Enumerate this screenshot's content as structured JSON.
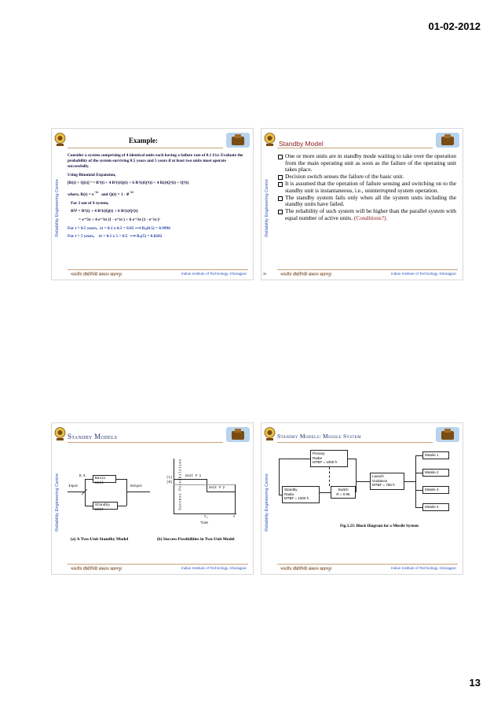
{
  "page": {
    "date": "01-02-2012",
    "page_number": "13"
  },
  "common": {
    "side_label": "Reliability Engineering Centre",
    "footer_hindi": "भारतीय प्रौद्योगिकी संस्थान खड़गपुर",
    "footer_english": "Indian Institute of Technology, Kharagpur"
  },
  "slide1": {
    "title": "Example:",
    "problem": "Consider a system comprising of 4 identical units each having a failure rate of 0.1 f/yr. Evaluate the probability of the system surviving 0.5 years and 5 years if at least two units must operate successfully.",
    "method": "Using Binomial Expansion,",
    "expansion": "[R(t) + Q(t)] ⁴ = R⁴(t) + 4 R³(t)Q(t) + 6 R²(t)Q²(t) + 4 R(t)Q³(t) + Q⁴(t)",
    "where": "where, R(t) = e",
    "where_exp": "−λt",
    "and_q": "and   Q(t) = 1 -",
    "q_exp": "e",
    "q_exp_sup": "−λt",
    "case": "For 2 out of 4 system,",
    "rs": "R⁽t⁾ = R⁴(t) + 4 R³(t)Q(t) + 6 R²(t)Q²(t)",
    "rs_expanded": "= e⁻⁴λt + 4 e⁻³λt (1 - e⁻λt ) + 6 e⁻²λt (1 - e⁻λt )²",
    "r1_label": "For t = 0.5 years,",
    "r1_calc": "λt = 0.1 x 0.5 = 0.05",
    "r1_result": "Rₛ(0.5) = 0.9996",
    "r2_label": "For t = 5 years,",
    "r2_calc": "λt = 0.1 x 5 = 0.5",
    "r2_result": "Rₛ(5) = 0.8282"
  },
  "slide2": {
    "title": "Standby Model",
    "slide_no": "30",
    "bullets": [
      "One or more units are in standby mode waiting to take over the operation from the main operating unit as soon as the failure of the operating unit takes place.",
      "Decision switch senses the failure of the basic unit.",
      "It is assumed that the operation of failure sensing and switching on to the standby unit is instantaneous, i.e., uninterrupted system operation.",
      "The standby system fails only when all the system units including the standby units have failed.",
      "The reliability of such system will be higher than the parallel system with equal number of active units."
    ],
    "conditions": "(Conditions?)."
  },
  "slide3": {
    "title": "Standby Models",
    "ds": "D.S.",
    "basic_unit": "Basic Unit",
    "standby_unit": "Standby Unit",
    "input": "Input",
    "output": "Output",
    "y_axis": "Success Possibilities",
    "unit1": "Unit # 1",
    "unit2": "Unit # 2",
    "y1": "(1)",
    "y0": "(0)",
    "t1": "t₁",
    "t": "t",
    "time": "Time",
    "caption_a": "(a) A Two-Unit Standby Model",
    "caption_b": "(b) Success Possibilities in Two-Unit Model"
  },
  "slide4": {
    "title": "Standby Models: Missile System",
    "primary": [
      "Primary",
      "Radar",
      "MTBF = 1000 h"
    ],
    "standby": [
      "Standby",
      "Radar",
      "MTBF = 1000 h"
    ],
    "switch": [
      "Switch",
      "R = 0.95"
    ],
    "launch": [
      "Launch",
      "Guidance",
      "MTBF = 750 h"
    ],
    "missiles": [
      "Missile 1",
      "Missile 2",
      "Missile 3",
      "Missile 4"
    ],
    "caption": "Fig.3.23: Block Diagram for a Missile System"
  }
}
